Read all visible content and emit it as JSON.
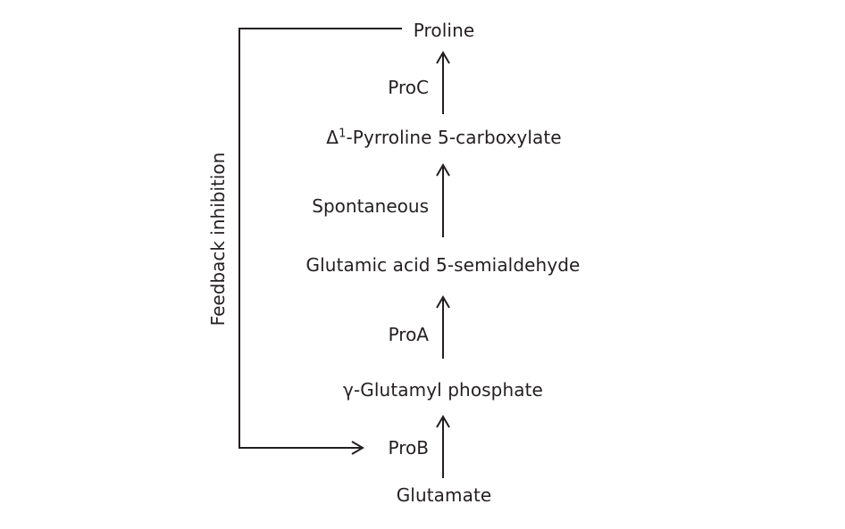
{
  "compounds": {
    "proline": "Proline",
    "p5c_delta": "Δ",
    "p5c_sup": "1",
    "p5c_rest": "-Pyrroline 5-carboxylate",
    "gsa": "Glutamic acid 5-semialdehyde",
    "gp": "γ-Glutamyl phosphate",
    "glutamate": "Glutamate"
  },
  "enzymes": {
    "proc": "ProC",
    "spontaneous": "Spontaneous",
    "proa": "ProA",
    "prob": "ProB"
  },
  "feedback": {
    "label": "Feedback inhibition"
  },
  "colors": {
    "ink": "#231f20",
    "background": "#ffffff"
  }
}
